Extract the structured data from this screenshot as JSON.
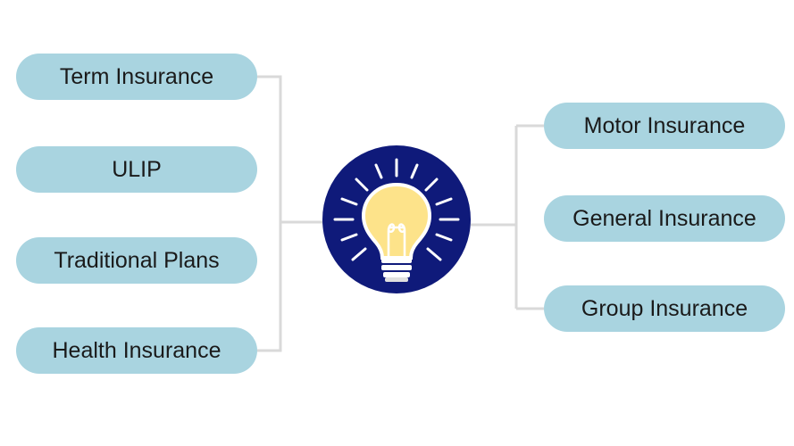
{
  "diagram": {
    "hub_icon": "light-bulb-icon",
    "colors": {
      "pill_fill": "#a9d4e0",
      "hub_fill": "#0f1a7a",
      "bulb_fill": "#fde38a",
      "connector": "#d9d9d9"
    },
    "left_items": [
      "Term Insurance",
      "ULIP",
      "Traditional Plans",
      "Health Insurance"
    ],
    "right_items": [
      "Motor Insurance",
      "General Insurance",
      "Group Insurance"
    ]
  }
}
